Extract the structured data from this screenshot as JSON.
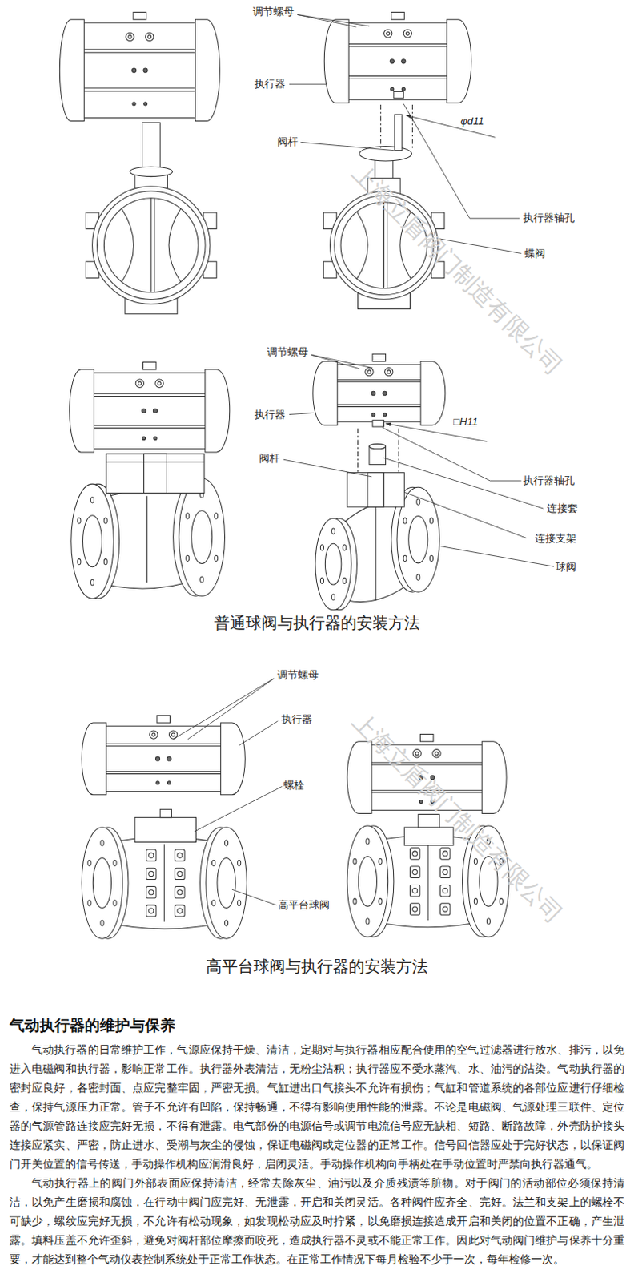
{
  "diagram": {
    "title": "气动执行器的维护与保养",
    "labels": [
      "调节螺母",
      "执行器",
      "阀杆",
      "φd11",
      "执行器轴孔",
      "蝶阀",
      "调节螺母",
      "执行器",
      "阀杆",
      "□H11",
      "执行器轴孔",
      "连接套",
      "连接支架",
      "球阀",
      "普通球阀与执行器的安装方法",
      "调节螺母",
      "执行器",
      "螺栓",
      "高平台球阀",
      "高平台球阀与执行器的安装方法",
      "气动执行器的日常维护工作，气源应保持干燥、清洁，定期对与执行器相应配合使用的空气过滤器进行放水、排污，以免进入电磁阀和执行器，影响正常工作。执行器外表清洁，无粉尘沾积；执行器应不受水蒸汽、水、油污的沾染。气动执行器的密封应良好，各密封面、点应完整牢固，严密无损。气缸进出口气接头不允许有损伤；气缸和管道系统的各部位应进行仔细检查，保持气源压力正常。管子不允许有凹陷，保持畅通，不得有影响使用性能的泄露。不论是电磁阀、气源处理三联件、定位器的气源管路连接应完好无损，不得有泄露。电气部份的电源信号或调节电流信号应无缺相、短路、断路故障，外壳防护接头连接应紧实、严密，防止进水、受潮与灰尘的侵蚀，保证电磁阀或定位器的正常工作。信号回信器应处于完好状态，以保证阀门开关位置的信号传送，手动操作机构应润滑良好，启闭灵活。手动操作机构向手柄处在手动位置时严禁向执行器通气。",
      "气动执行器上的阀门外部表面应保持清洁，经常去除灰尘、油污以及介质残渍等脏物。对于阀门的活动部位必须保持清洁，以免产生磨损和腐蚀，在行动中阀门应完好、无泄露，开启和关闭灵活。各种阀件应齐全、完好。法兰和支架上的螺栓不可缺少，螺纹应完好无损，不允许有松动现象，如发现松动应及时拧紧，以免磨损连接造成开启和关闭的位置不正确，产生泄露。填料压盖不允许歪斜，避免对阀杆部位摩擦而咬死，造成执行器不灵或不能正常工作。因此对气动阀门维护与保养十分重要，才能达到整个气动仪表控制系统处于正常工作状态。在正常工作情况下每月检验不少于一次，每年检修一次。",
      "上海立盾阀门制造有限公司",
      "上海立盾阀门制造有限公司"
    ]
  }
}
